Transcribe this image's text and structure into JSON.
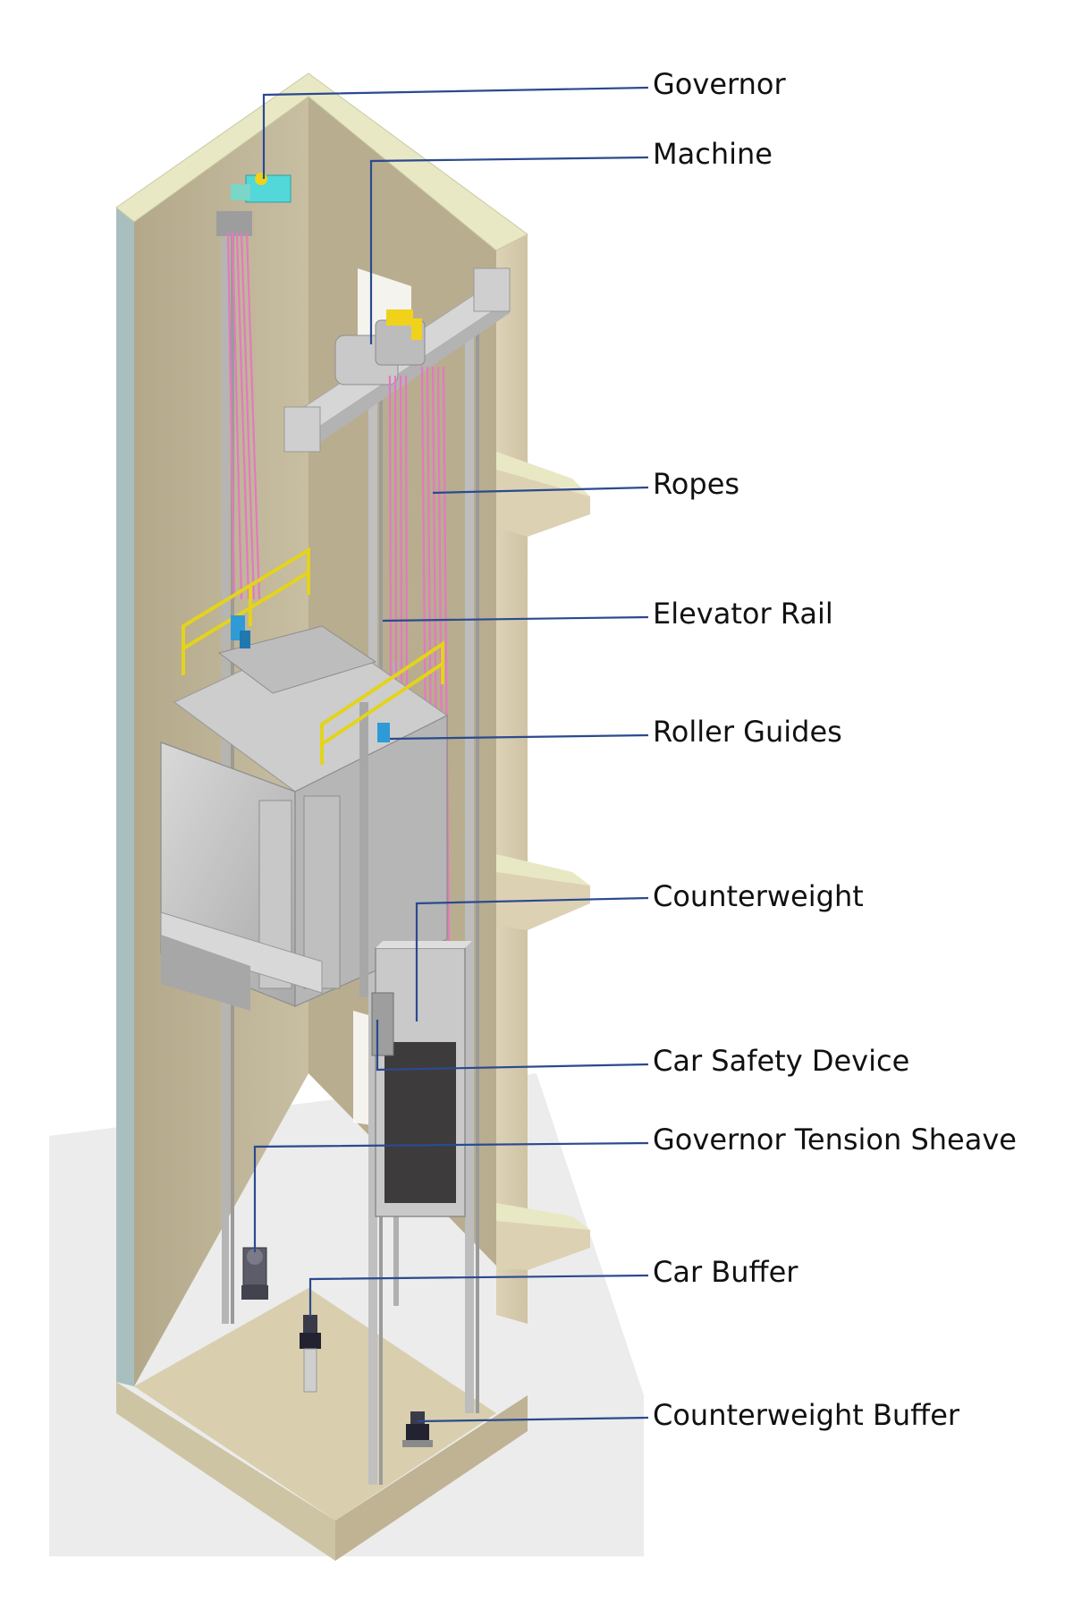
{
  "figure": {
    "colors": {
      "leader_line": "#2b4a8f",
      "wall": "#b9ad8d",
      "wall_top": "#e8e8c4",
      "rope": "#e479c0",
      "rail": "#b8b8b8",
      "railing": "#e3d31d",
      "car": "#c4c4c4",
      "counterweight_panel": "#3d3b3c",
      "governor": "#52d8d8",
      "guide_accent": "#2e9bd6"
    },
    "labels": [
      {
        "id": "governor",
        "text": "Governor"
      },
      {
        "id": "machine",
        "text": "Machine"
      },
      {
        "id": "ropes",
        "text": "Ropes"
      },
      {
        "id": "elevator-rail",
        "text": "Elevator Rail"
      },
      {
        "id": "roller-guides",
        "text": "Roller Guides"
      },
      {
        "id": "counterweight",
        "text": "Counterweight"
      },
      {
        "id": "car-safety-device",
        "text": "Car Safety Device"
      },
      {
        "id": "governor-tension-sheave",
        "text": "Governor Tension Sheave"
      },
      {
        "id": "car-buffer",
        "text": "Car Buffer"
      },
      {
        "id": "counterweight-buffer",
        "text": "Counterweight Buffer"
      }
    ]
  }
}
